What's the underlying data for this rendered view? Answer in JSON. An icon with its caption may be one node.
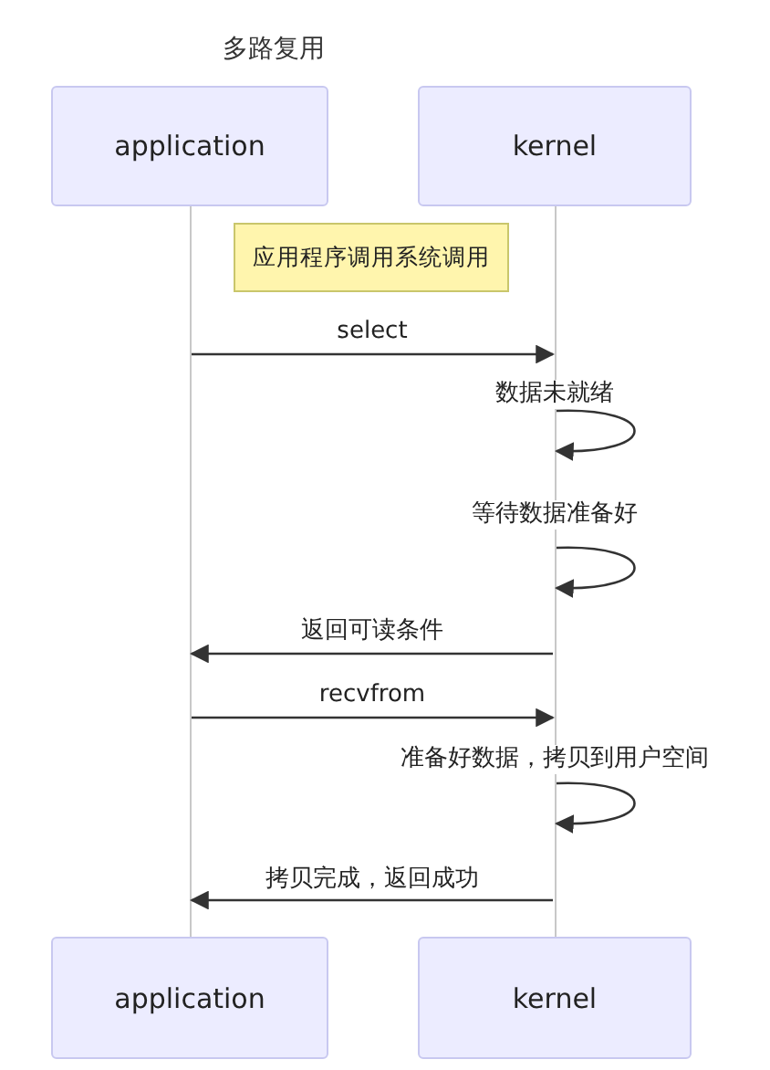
{
  "diagram": {
    "title": "多路复用",
    "nodes": [
      {
        "text": [
          "application"
        ]
      },
      {
        "text": [
          "kernel"
        ]
      },
      {
        "text": [
          "应用程序调用系统调用"
        ]
      },
      {
        "text": [
          "application"
        ]
      },
      {
        "text": [
          "kernel"
        ]
      },
      {
        "text": [],
        "shape": "line"
      },
      {
        "text": [],
        "shape": "line"
      }
    ],
    "edges": [
      {
        "from": 5,
        "to": 6,
        "arrow": "to",
        "label": "select"
      },
      {
        "from": 6,
        "to": 6,
        "arrow": "to",
        "label": "数据未就绪"
      },
      {
        "from": 6,
        "to": 6,
        "arrow": "to",
        "label": "等待数据准备好"
      },
      {
        "from": 6,
        "to": 5,
        "arrow": "to",
        "label": "返回可读条件"
      },
      {
        "from": 5,
        "to": 6,
        "arrow": "to",
        "label": "recvfrom"
      },
      {
        "from": 6,
        "to": 6,
        "arrow": "to",
        "label": "准备好数据，拷贝到用户空间"
      },
      {
        "from": 6,
        "to": 5,
        "arrow": "to",
        "label": "拷贝完成，返回成功"
      }
    ]
  }
}
